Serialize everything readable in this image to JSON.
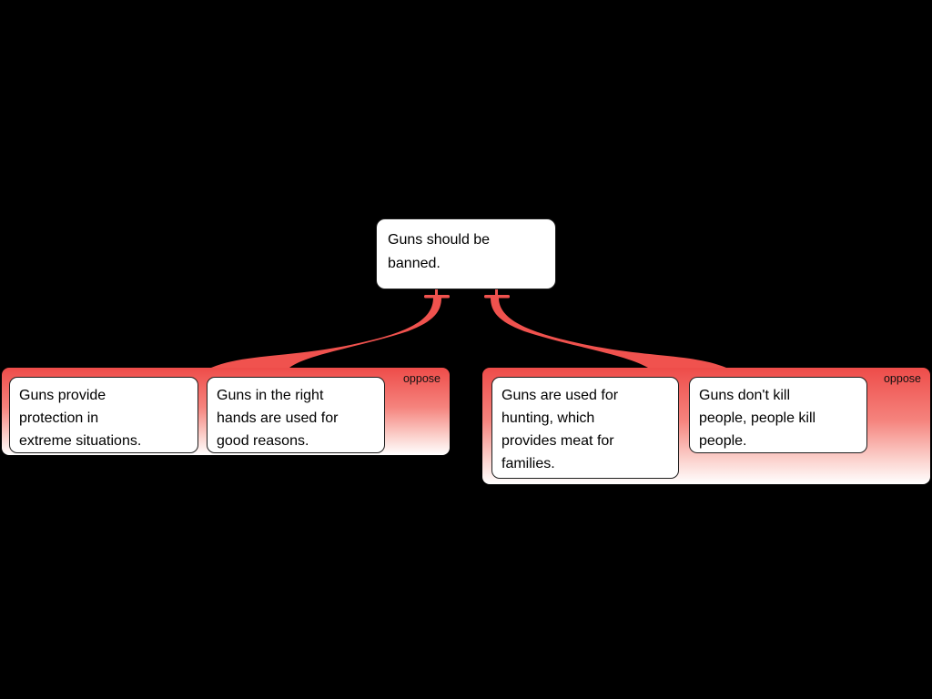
{
  "claim": {
    "lines": [
      "Guns should be",
      "banned."
    ]
  },
  "groups": [
    {
      "relation_label": "oppose",
      "items": [
        {
          "lines": [
            "Guns provide",
            "protection in",
            "extreme situations."
          ]
        },
        {
          "lines": [
            "Guns in the right",
            "hands are used for",
            "good reasons."
          ]
        }
      ]
    },
    {
      "relation_label": "oppose",
      "items": [
        {
          "lines": [
            "Guns are used for",
            "hunting, which",
            "provides meat for",
            "families."
          ]
        },
        {
          "lines": [
            "Guns don't kill",
            "people, people kill",
            "people."
          ]
        }
      ]
    }
  ],
  "colors": {
    "background": "#000000",
    "connector": "#f0524e",
    "group_gradient_top": "#ee4c49",
    "group_gradient_bottom": "#ffffff",
    "node_background": "#ffffff",
    "node_border": "#1e1e1e",
    "label_text": "#111111"
  }
}
